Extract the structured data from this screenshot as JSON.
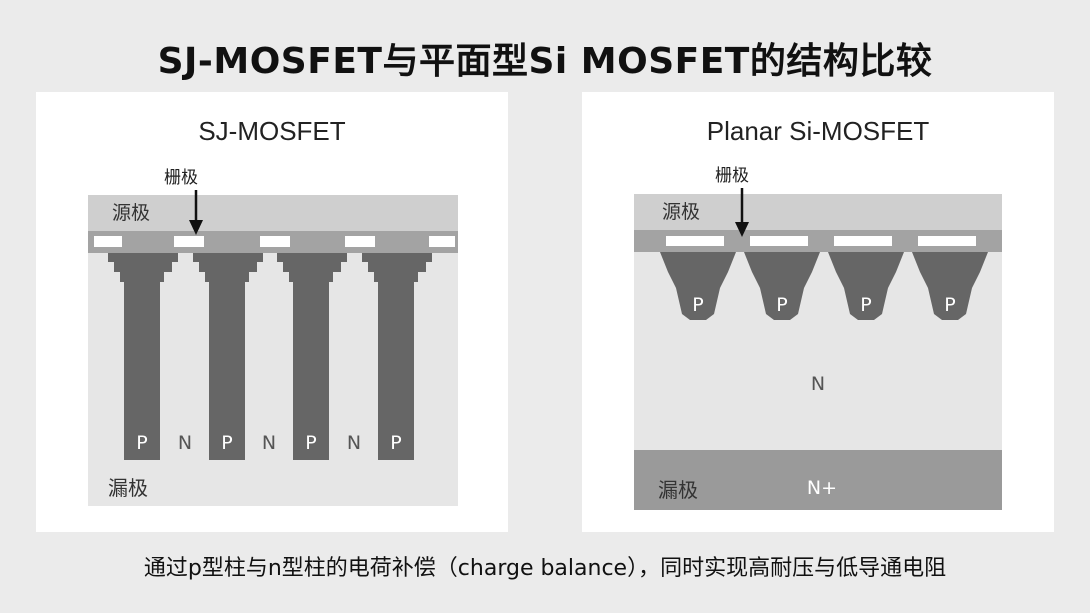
{
  "title": "SJ-MOSFET与平面型Si MOSFET的结构比较",
  "left_panel": {
    "title": "SJ-MOSFET",
    "gate_label": "栅极",
    "source_label": "源极",
    "drain_label": "漏极",
    "column_labels": [
      "P",
      "N",
      "P",
      "N",
      "P",
      "N",
      "P"
    ]
  },
  "right_panel": {
    "title": "Planar Si-MOSFET",
    "gate_label": "栅极",
    "source_label": "源极",
    "drain_label": "漏极",
    "well_labels": [
      "P",
      "P",
      "P",
      "P"
    ],
    "n_label": "N",
    "n_plus_label": "N+"
  },
  "caption": "通过p型柱与n型柱的电荷补偿（charge balance），同时实现高耐压与低导通电阻",
  "colors": {
    "source_metal": "#cfcfcf",
    "n_region": "#e6e6e6",
    "p_region": "#666666",
    "gate_oxide": "#a3a3a3",
    "n_plus": "#9a9a9a",
    "gate": "#ffffff"
  }
}
